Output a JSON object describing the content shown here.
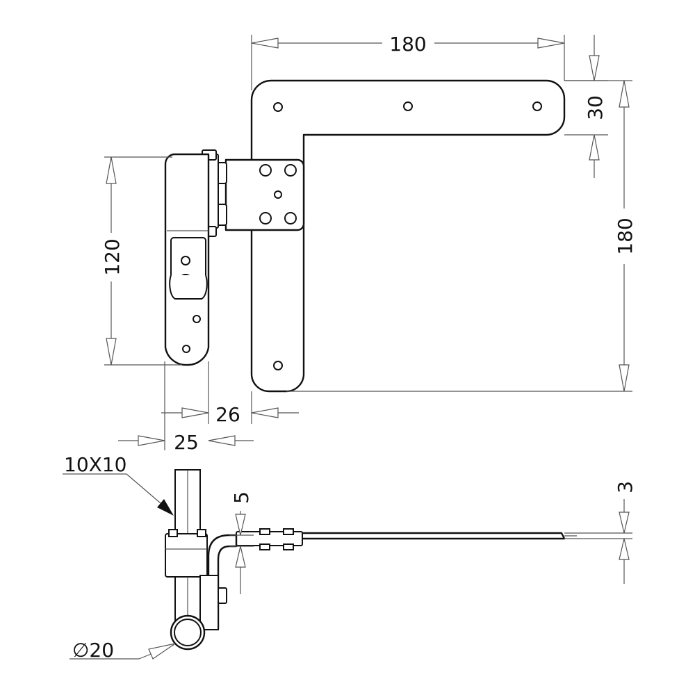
{
  "dimensions": {
    "top_width": "180",
    "arm_thickness": "30",
    "total_height": "180",
    "bracket_height": "120",
    "offset_26": "26",
    "width_25": "25",
    "square_tube": "10X10",
    "plate_offset": "5",
    "plate_thickness": "3",
    "diameter": "∅20"
  },
  "colors": {
    "line": "#111111",
    "dimension": "#555555"
  }
}
